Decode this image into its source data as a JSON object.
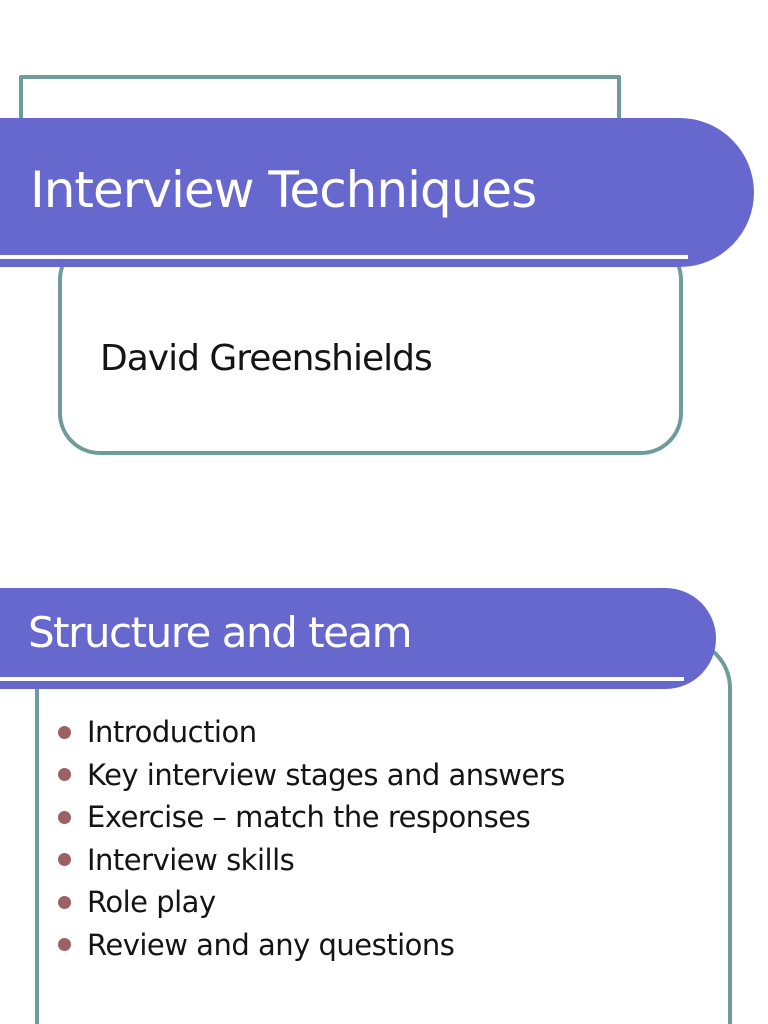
{
  "slide1": {
    "title": "Interview Techniques",
    "subtitle": "David Greenshields"
  },
  "slide2": {
    "title": "Structure and team",
    "bullets": [
      "Introduction",
      "Key interview stages and answers",
      "Exercise – match the responses",
      "Interview skills",
      "Role play",
      "Review and any questions"
    ]
  },
  "colors": {
    "purple": "#6768cd",
    "teal": "#6f9c9a",
    "bullet": "#9e6163",
    "page-bg": "#ffffff",
    "title-text": "#ffffff",
    "body-text": "#141414"
  }
}
